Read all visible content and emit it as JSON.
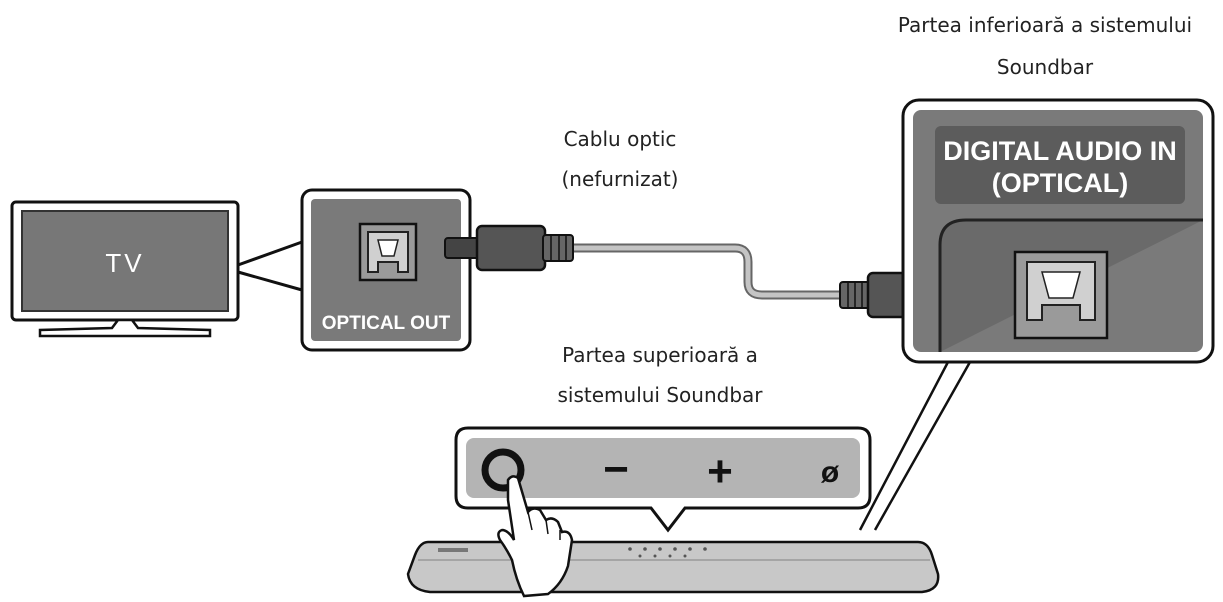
{
  "labels": {
    "tv": "TV",
    "optical_out": "OPTICAL OUT",
    "cable_line1": "Cablu optic",
    "cable_line2": "(nefurnizat)",
    "bottom_line1": "Partea inferioară a sistemului",
    "bottom_line2": "Soundbar",
    "digital_in_line1": "DIGITAL AUDIO IN",
    "digital_in_line2": "(OPTICAL)",
    "top_line1": "Partea superioară a",
    "top_line2": "sistemului Soundbar"
  },
  "buttons": [
    "−",
    "+",
    "ø"
  ],
  "icons": {
    "power": "power-button-icon",
    "finger": "pointing-hand-icon",
    "optical_port": "optical-port-icon"
  },
  "colors": {
    "panel": "#7a7a7a",
    "panel_dark": "#5c5c5c",
    "screen": "#777777",
    "outline": "#111111",
    "cable": "#b0b0b0",
    "connector": "#555555",
    "soundbar": "#c8c8c8"
  }
}
